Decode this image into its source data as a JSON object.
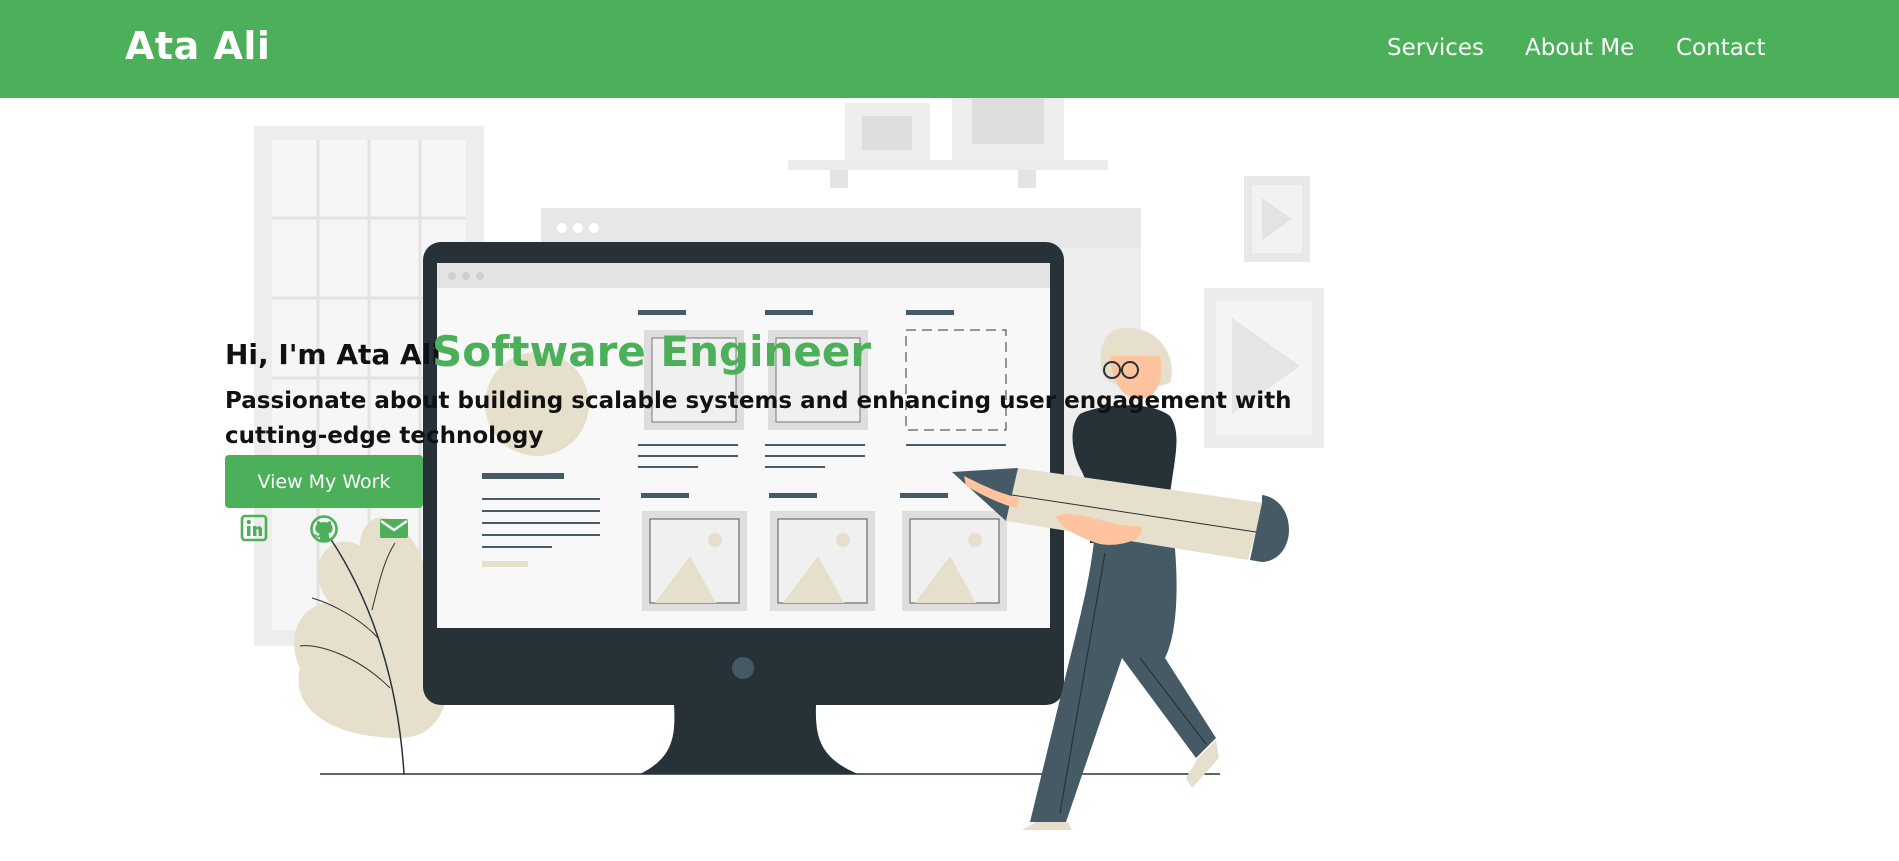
{
  "header": {
    "brand": "Ata Ali",
    "nav": [
      {
        "label": "Services"
      },
      {
        "label": "About Me"
      },
      {
        "label": "Contact"
      }
    ]
  },
  "hero": {
    "greeting": "Hi, I'm Ata Ali",
    "role": "Software Engineer",
    "tagline": "Passionate about building scalable systems and enhancing user engagement with cutting-edge technology",
    "cta_label": "View My Work",
    "social_icons": [
      "linkedin-icon",
      "github-icon",
      "email-icon"
    ]
  },
  "colors": {
    "accent": "#4caf59",
    "heading": "#111111",
    "illustration_dark": "#263238",
    "illustration_slate": "#455a64",
    "illustration_beige": "#e6dfcb",
    "illustration_skin": "#ffc3a0"
  }
}
